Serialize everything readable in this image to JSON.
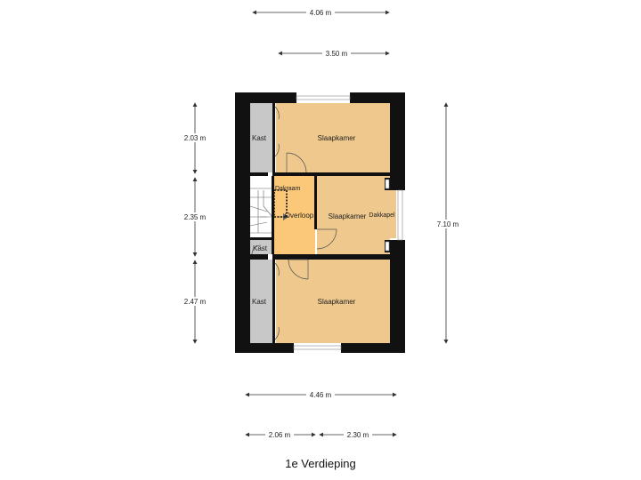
{
  "plan": {
    "title": "1e Verdieping",
    "colors": {
      "wall": "#111111",
      "bedroom": "#eec88c",
      "landing": "#fbc879",
      "storage": "#c8c8c8",
      "dimension_line": "#333333"
    },
    "rooms": {
      "bedroom_top": "Slaapkamer",
      "bedroom_middle": "Slaapkamer",
      "bedroom_bottom": "Slaapkamer",
      "landing": "Overloop",
      "closet_top": "Kast",
      "closet_small": "Kast",
      "closet_bottom": "Kast",
      "dormer": "Dakkapel",
      "skylight": "Dakraam"
    },
    "dimensions": {
      "top_outer_width": "4.06 m",
      "top_inner_width": "3.50 m",
      "left_top": "2.03 m",
      "left_middle": "2.35 m",
      "left_bottom": "2.47 m",
      "right_total": "7.10 m",
      "bottom_total": "4.46 m",
      "bottom_left": "2.06 m",
      "bottom_right": "2.30 m"
    }
  }
}
